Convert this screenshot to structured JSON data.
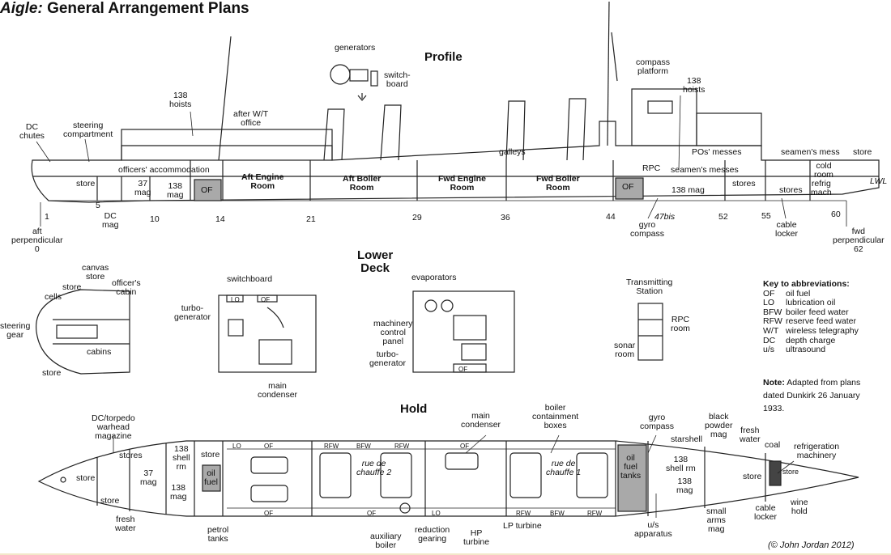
{
  "title": {
    "ship_name": "Aigle:",
    "subtitle": "General Arrangement Plans"
  },
  "sections": {
    "profile": "Profile",
    "lower_deck_1": "Lower",
    "lower_deck_2": "Deck",
    "hold": "Hold"
  },
  "profile_labels": [
    {
      "id": "dc-chutes",
      "text": "DC\nchutes"
    },
    {
      "id": "steering-compartment",
      "text": "steering\ncompartment"
    },
    {
      "id": "hoists-138-aft",
      "text": "138\nhoists"
    },
    {
      "id": "after-wt-office",
      "text": "after W/T\noffice"
    },
    {
      "id": "generators",
      "text": "generators"
    },
    {
      "id": "switchboard",
      "text": "switch-\nboard"
    },
    {
      "id": "compass-platform",
      "text": "compass\nplatform"
    },
    {
      "id": "hoists-138-fwd",
      "text": "138\nhoists"
    },
    {
      "id": "officers-accommodation",
      "text": "officers' accommodation"
    },
    {
      "id": "store-aft",
      "text": "store"
    },
    {
      "id": "mag-37",
      "text": "37\nmag"
    },
    {
      "id": "mag-138",
      "text": "138\nmag"
    },
    {
      "id": "of-aft",
      "text": "OF"
    },
    {
      "id": "aft-engine-room",
      "text": "Aft Engine\nRoom"
    },
    {
      "id": "aft-boiler-room",
      "text": "Aft Boiler\nRoom"
    },
    {
      "id": "fwd-engine-room",
      "text": "Fwd Engine\nRoom"
    },
    {
      "id": "fwd-boiler-room",
      "text": "Fwd Boiler\nRoom"
    },
    {
      "id": "galleys",
      "text": "galleys"
    },
    {
      "id": "rpc",
      "text": "RPC"
    },
    {
      "id": "of-fwd",
      "text": "OF"
    },
    {
      "id": "pos-messes",
      "text": "POs' messes"
    },
    {
      "id": "seamens-messes",
      "text": "seamen's messes"
    },
    {
      "id": "seamens-mess",
      "text": "seamen's mess"
    },
    {
      "id": "store-fwd",
      "text": "store"
    },
    {
      "id": "cold-room",
      "text": "cold\nroom"
    },
    {
      "id": "mag-138-fwd",
      "text": "138 mag"
    },
    {
      "id": "stores-fwd",
      "text": "stores"
    },
    {
      "id": "stores-fwd-2",
      "text": "stores"
    },
    {
      "id": "refrig-mach",
      "text": "refrig\nmach"
    },
    {
      "id": "lwl",
      "text": "LWL"
    },
    {
      "id": "dc-mag",
      "text": "DC\nmag"
    },
    {
      "id": "gyro-compass",
      "text": "gyro\ncompass"
    },
    {
      "id": "cable-locker",
      "text": "cable\nlocker"
    },
    {
      "id": "aft-perpendicular",
      "text": "aft\nperpendicular\n0"
    },
    {
      "id": "fwd-perpendicular",
      "text": "fwd\nperpendicular\n62"
    }
  ],
  "frame_numbers": [
    "1",
    "5",
    "10",
    "14",
    "21",
    "29",
    "36",
    "44",
    "47bis",
    "52",
    "55",
    "60"
  ],
  "lower_deck_labels": [
    {
      "id": "canvas-store",
      "text": "canvas\nstore"
    },
    {
      "id": "officers-cabin",
      "text": "officer's\ncabin"
    },
    {
      "id": "ld-store",
      "text": "store"
    },
    {
      "id": "cells",
      "text": "cells"
    },
    {
      "id": "steering-gear",
      "text": "steering\ngear"
    },
    {
      "id": "cabins",
      "text": "cabins"
    },
    {
      "id": "ld-store-2",
      "text": "store"
    },
    {
      "id": "ld-switchboard",
      "text": "switchboard"
    },
    {
      "id": "turbo-generator",
      "text": "turbo-\ngenerator"
    },
    {
      "id": "main-condenser",
      "text": "main\ncondenser"
    },
    {
      "id": "evaporators",
      "text": "evaporators"
    },
    {
      "id": "machinery-control-panel",
      "text": "machinery\ncontrol\npanel"
    },
    {
      "id": "turbo-generator-2",
      "text": "turbo-\ngenerator"
    },
    {
      "id": "transmitting-station",
      "text": "Transmitting\nStation"
    },
    {
      "id": "rpc-room",
      "text": "RPC\nroom"
    },
    {
      "id": "sonar-room",
      "text": "sonar\nroom"
    },
    {
      "id": "lo",
      "text": "LO"
    },
    {
      "id": "of-ld",
      "text": "OF"
    },
    {
      "id": "of-ld-2",
      "text": "OF"
    }
  ],
  "key": {
    "title": "Key to abbreviations:",
    "items": [
      {
        "abbr": "OF",
        "meaning": "oil fuel"
      },
      {
        "abbr": "LO",
        "meaning": "lubrication oil"
      },
      {
        "abbr": "BFW",
        "meaning": "boiler feed water"
      },
      {
        "abbr": "RFW",
        "meaning": "reserve feed water"
      },
      {
        "abbr": "W/T",
        "meaning": "wireless telegraphy"
      },
      {
        "abbr": "DC",
        "meaning": "depth charge"
      },
      {
        "abbr": "u/s",
        "meaning": "ultrasound"
      }
    ]
  },
  "note": {
    "label": "Note:",
    "text": "Adapted from plans dated Dunkirk 26 January 1933."
  },
  "hold_labels": [
    {
      "id": "dc-torpedo-warhead-magazine",
      "text": "DC/torpedo\nwarhead\nmagazine"
    },
    {
      "id": "stores-hold",
      "text": "stores"
    },
    {
      "id": "store-hold-1",
      "text": "store"
    },
    {
      "id": "store-hold-2",
      "text": "store"
    },
    {
      "id": "store-hold-3",
      "text": "store"
    },
    {
      "id": "mag-37-hold",
      "text": "37\nmag"
    },
    {
      "id": "shell-rm-138",
      "text": "138\nshell\nrm"
    },
    {
      "id": "mag-138-hold",
      "text": "138\nmag"
    },
    {
      "id": "oil-fuel-hold",
      "text": "oil\nfuel"
    },
    {
      "id": "fresh-water-aft",
      "text": "fresh\nwater"
    },
    {
      "id": "petrol-tanks",
      "text": "petrol\ntanks"
    },
    {
      "id": "main-condenser-hold",
      "text": "main\ncondenser"
    },
    {
      "id": "boiler-containment-boxes",
      "text": "boiler\ncontainment\nboxes"
    },
    {
      "id": "rue-de-chauffe-2",
      "text": "rue de\nchauffe 2"
    },
    {
      "id": "rue-de-chauffe-1",
      "text": "rue de\nchauffe 1"
    },
    {
      "id": "auxiliary-boiler",
      "text": "auxiliary\nboiler"
    },
    {
      "id": "reduction-gearing",
      "text": "reduction\ngearing"
    },
    {
      "id": "hp-turbine",
      "text": "HP\nturbine"
    },
    {
      "id": "lp-turbine",
      "text": "LP turbine"
    },
    {
      "id": "gyro-compass-hold",
      "text": "gyro\ncompass"
    },
    {
      "id": "oil-fuel-tanks",
      "text": "oil\nfuel\ntanks"
    },
    {
      "id": "starshell",
      "text": "starshell"
    },
    {
      "id": "shell-rm-138-fwd",
      "text": "138\nshell rm"
    },
    {
      "id": "mag-138-fwd-hold",
      "text": "138\nmag"
    },
    {
      "id": "black-powder-mag",
      "text": "black\npowder\nmag"
    },
    {
      "id": "fresh-water-fwd",
      "text": "fresh\nwater"
    },
    {
      "id": "coal",
      "text": "coal"
    },
    {
      "id": "refrigeration-machinery",
      "text": "refrigeration\nmachinery"
    },
    {
      "id": "store-hold-fwd",
      "text": "store"
    },
    {
      "id": "store-hold-fwd-2",
      "text": "store"
    },
    {
      "id": "small-arms-mag",
      "text": "small\narms\nmag"
    },
    {
      "id": "cable-locker-hold",
      "text": "cable\nlocker"
    },
    {
      "id": "wine-hold",
      "text": "wine\nhold"
    },
    {
      "id": "us-apparatus",
      "text": "u/s\napparatus"
    },
    {
      "id": "hold-lo",
      "text": "LO"
    },
    {
      "id": "hold-lo-2",
      "text": "LO"
    },
    {
      "id": "hold-of-1",
      "text": "OF"
    },
    {
      "id": "hold-of-2",
      "text": "OF"
    },
    {
      "id": "hold-of-3",
      "text": "OF"
    },
    {
      "id": "hold-of-4",
      "text": "OF"
    },
    {
      "id": "hold-rfw-1",
      "text": "RFW"
    },
    {
      "id": "hold-bfw-1",
      "text": "BFW"
    },
    {
      "id": "hold-rfw-2",
      "text": "RFW"
    },
    {
      "id": "hold-rfw-3",
      "text": "RFW"
    },
    {
      "id": "hold-bfw-2",
      "text": "BFW"
    },
    {
      "id": "hold-rfw-4",
      "text": "RFW"
    }
  ],
  "copyright": "(© John Jordan 2012)"
}
